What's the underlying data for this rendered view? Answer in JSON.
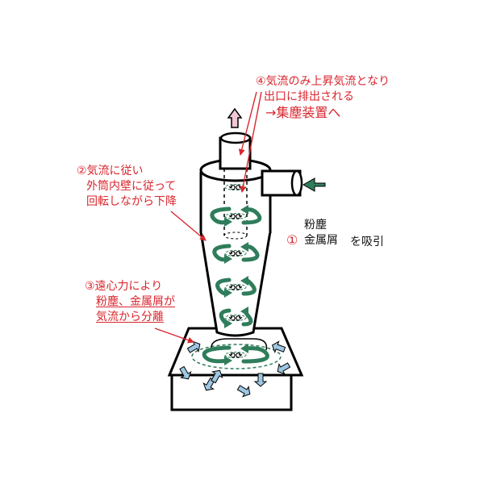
{
  "colors": {
    "outline": "#000000",
    "flow_green": "#2f7d5b",
    "label_red": "#d9262e",
    "dust_blue": "#9ec7e3",
    "up_pink": "#f3c6d3"
  },
  "labels": {
    "step1": {
      "marker": "①",
      "lines": [
        "粉塵",
        "金属屑"
      ],
      "suffix": "を吸引"
    },
    "step2": {
      "lines": [
        "②気流に従い",
        "外筒内壁に従って",
        "回転しながら下降"
      ]
    },
    "step3": {
      "lines": [
        "③遠心力により",
        "粉塵、金属屑が",
        "気流から分離"
      ]
    },
    "step4": {
      "lines": [
        "④気流のみ上昇気流となり",
        "出口に排出される",
        "→集塵装置へ"
      ]
    }
  },
  "icons": {
    "intake": "inlet-arrow-icon",
    "exhaust": "exhaust-arrow-icon",
    "swirl": "swirl-arrow-icon",
    "dust": "dust-particle-icon"
  }
}
